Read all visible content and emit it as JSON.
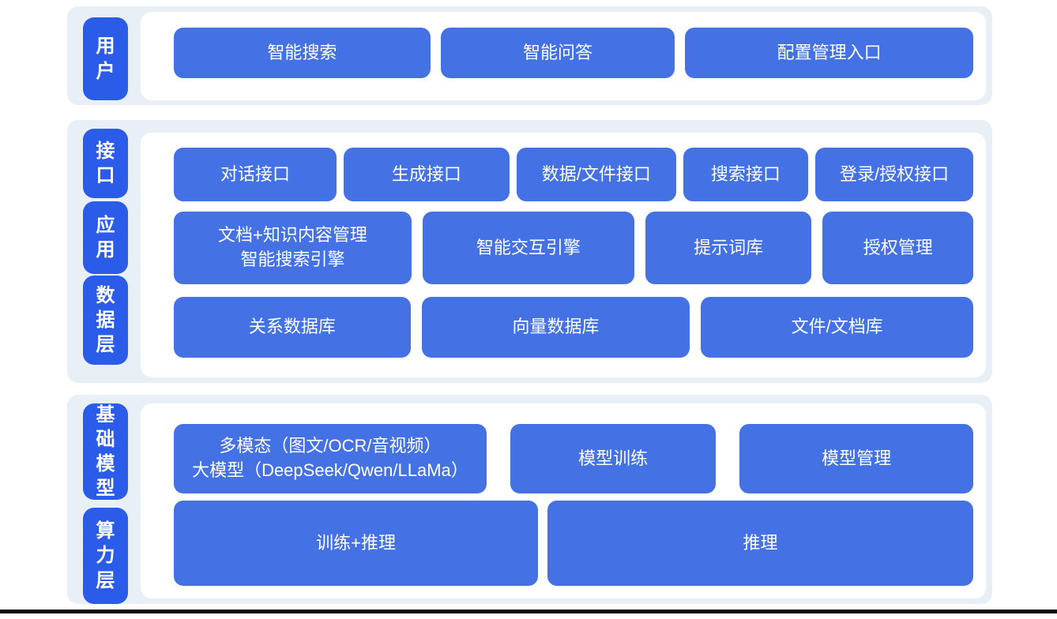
{
  "sections": [
    {
      "bands": [
        {
          "label": "用户",
          "boxes": [
            "智能搜索",
            "智能问答",
            "配置管理入口"
          ]
        }
      ]
    },
    {
      "bands": [
        {
          "label": "接口",
          "boxes": [
            "对话接口",
            "生成接口",
            "数据/文件接口",
            "搜索接口",
            "登录/授权接口"
          ]
        },
        {
          "label": "应用",
          "boxes": [
            "文档+知识内容管理\n智能搜索引擎",
            "智能交互引擎",
            "提示词库",
            "授权管理"
          ]
        },
        {
          "label": "数据层",
          "boxes": [
            "关系数据库",
            "向量数据库",
            "文件/文档库"
          ]
        }
      ]
    },
    {
      "bands": [
        {
          "label": "基础模型",
          "boxes": [
            "多模态（图文/OCR/音视频）\n大模型（DeepSeek/Qwen/LLaMa）",
            "模型训练",
            "模型管理"
          ]
        },
        {
          "label": "算力层",
          "boxes": [
            "训练+推理",
            "推理"
          ]
        }
      ]
    }
  ],
  "colors": {
    "group_panel_bg": "#e9eff7",
    "content_panel_bg": "#ffffff",
    "layer_label_blue": "#2b5ce9",
    "box_blue": "#4471e3",
    "text": "#ffffff",
    "footer_bar": "#0b0b0b"
  }
}
